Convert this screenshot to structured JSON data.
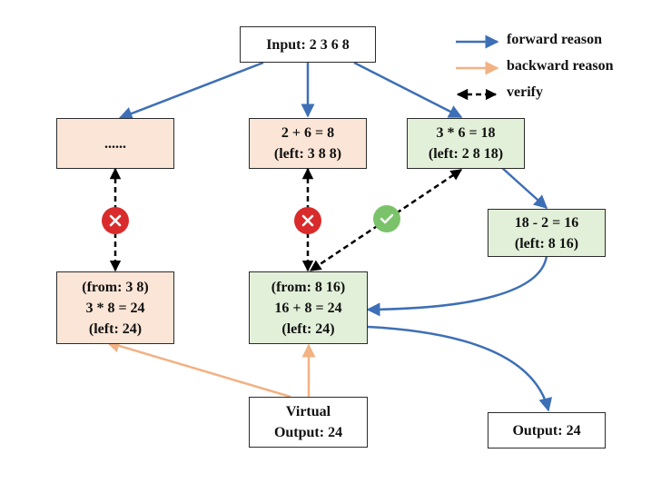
{
  "legend": {
    "forward": "forward reason",
    "backward": "backward reason",
    "verify": "verify"
  },
  "nodes": {
    "input": [
      "Input: 2 3 6 8"
    ],
    "ellipsis": [
      "......"
    ],
    "add": [
      "2 + 6 = 8",
      "(left: 3 8 8)"
    ],
    "mul": [
      "3 * 6 = 18",
      "(left: 2 8 18)"
    ],
    "sub": [
      "18 - 2 = 16",
      "(left: 8 16)"
    ],
    "left_candidate": [
      "(from: 3 8)",
      "3 * 8 = 24",
      "(left: 24)"
    ],
    "mid_candidate": [
      "(from: 8 16)",
      "16 + 8 = 24",
      "(left: 24)"
    ],
    "virtual_output": [
      "Virtual",
      "Output: 24"
    ],
    "output": [
      "Output: 24"
    ]
  },
  "colors": {
    "forward": "#3d6fb6",
    "backward": "#f2b283",
    "verify": "#000000",
    "pink_fill": "#fbe5d6",
    "green_fill": "#e2f0d9",
    "fail_badge": "#d92b2b",
    "pass_badge": "#7ac36a"
  },
  "icons": {
    "fail": "x-icon",
    "pass": "check-icon"
  }
}
